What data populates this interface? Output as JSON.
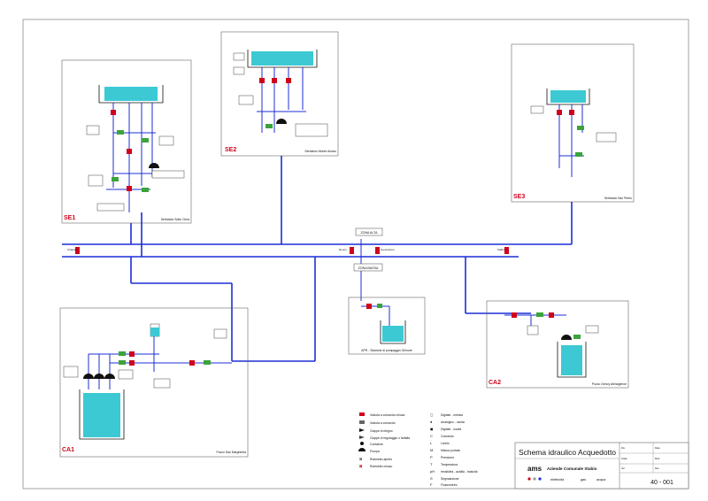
{
  "colors": {
    "pipe": "#1c2fd6",
    "water": "#3cc9d4",
    "valve_red": "#d0021b",
    "sensor_green": "#3aa43a"
  },
  "sections": {
    "se1": {
      "code": "SE1",
      "name": "Serbatoio Sotto Cima"
    },
    "se2": {
      "code": "SE2",
      "name": "Serbatoio Monte Amaro"
    },
    "se3": {
      "code": "SE3",
      "name": "Serbatoio San Pietro"
    },
    "ca1": {
      "code": "CA1",
      "name": "Pozzo San Margherita"
    },
    "ca2": {
      "code": "CA2",
      "name": "Pozzo Genoy Alenagenoe"
    },
    "apr": {
      "name": "APR - Stazione di pompaggio Ghirone"
    }
  },
  "zones": {
    "alta": "ZONA ALTA",
    "bassa": "ZONA BASSA"
  },
  "legend": [
    {
      "icon": "valve-closed-icon",
      "label": "Valvola a comando chiusa"
    },
    {
      "icon": "valve-open-icon",
      "label": "Valvola a comando"
    },
    {
      "icon": "check-valve-icon",
      "label": "Clappe di ritegno"
    },
    {
      "icon": "regulating-valve-icon",
      "label": "Clappe di regolaggio o farfalla"
    },
    {
      "icon": "meter-icon",
      "label": "Contatore"
    },
    {
      "icon": "pump-icon",
      "label": "Pompa"
    },
    {
      "icon": "valve-open-mark-icon",
      "label": "Rubinetto aperto"
    },
    {
      "icon": "valve-closed-mark-icon",
      "label": "Rubinetto chiuso"
    }
  ],
  "legend2": [
    {
      "sym": "◻",
      "label": "Digitale - entrata"
    },
    {
      "sym": "●",
      "label": "Analogico - uscita"
    },
    {
      "sym": "◼",
      "label": "Digitale - uscita"
    },
    {
      "sym": "C",
      "label": "Comando"
    },
    {
      "sym": "L",
      "label": "Livello"
    },
    {
      "sym": "M",
      "label": "Misura portata"
    },
    {
      "sym": "P",
      "label": "Pressione"
    },
    {
      "sym": "T",
      "label": "Temperatura"
    },
    {
      "sym": "pH",
      "label": "resistività - acidità - basicità"
    },
    {
      "sym": "S",
      "label": "Segnalazione"
    },
    {
      "sym": "F",
      "label": "Flussometro"
    }
  ],
  "titleblock": {
    "title": "Schema idraulico Acquedotto",
    "logo": "ams",
    "company": "Aziende Comunale Stabio",
    "services": [
      "elettricità",
      "gas",
      "acqua"
    ],
    "drawing_no": "40 - 001",
    "fields": [
      "Dis.",
      "Scala",
      "Ver.",
      "Data",
      "Mod.",
      "Rev."
    ]
  },
  "main_labels": {
    "left": "Chiasso",
    "mid": "Ronco",
    "right": "Stabio",
    "mid2": "Genestrerio"
  }
}
